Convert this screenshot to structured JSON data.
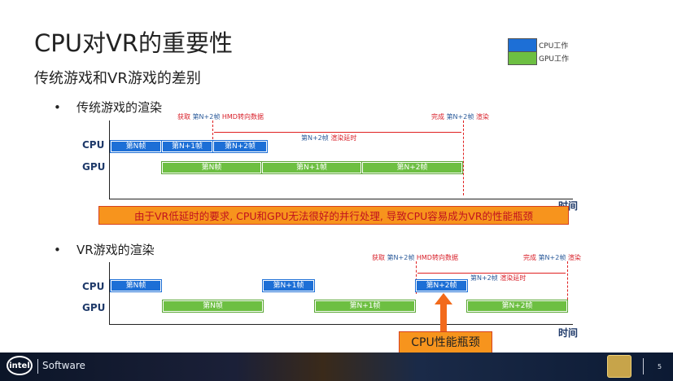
{
  "title": "CPU对VR的重要性",
  "subtitle": "传统游戏和VR游戏的差别",
  "legend": [
    {
      "label": "CPU工作",
      "color": "#1d6fd6"
    },
    {
      "label": "GPU工作",
      "color": "#6dbf42"
    }
  ],
  "section1": {
    "bullet": "•",
    "heading": "传统游戏的渲染",
    "cpu_label": "CPU",
    "gpu_label": "GPU",
    "cpu_bars": [
      "第N帧",
      "第N+1帧",
      "第N+2帧"
    ],
    "gpu_bars": [
      "第N帧",
      "第N+1帧",
      "第N+2帧"
    ],
    "fetch_prefix": "获取",
    "fetch_frame": "第N+2帧",
    "fetch_suffix": "HMD转向数据",
    "done_prefix": "完成",
    "done_frame": "第N+2帧",
    "done_suffix": "渲染",
    "latency_frame": "第N+2帧",
    "latency_text": "渲染延时",
    "time_label": "时间",
    "callout": "由于VR低延时的要求, CPU和GPU无法很好的并行处理, 导致CPU容易成为VR的性能瓶颈"
  },
  "section2": {
    "bullet": "•",
    "heading": "VR游戏的渲染",
    "cpu_label": "CPU",
    "gpu_label": "GPU",
    "cpu_bars": [
      "第N帧",
      "第N+1帧",
      "第N+2帧"
    ],
    "gpu_bars": [
      "第N帧",
      "第N+1帧",
      "第N+2帧"
    ],
    "fetch_prefix": "获取",
    "fetch_frame": "第N+2帧",
    "fetch_suffix": "HMD转向数据",
    "done_prefix": "完成",
    "done_frame": "第N+2帧",
    "done_suffix": "渲染",
    "latency_frame": "第N+2帧",
    "latency_text": "渲染延时",
    "time_label": "时间",
    "bottleneck": "CPU性能瓶颈"
  },
  "footer": {
    "logo": "intel",
    "brand": "Software",
    "page_number": "5"
  }
}
